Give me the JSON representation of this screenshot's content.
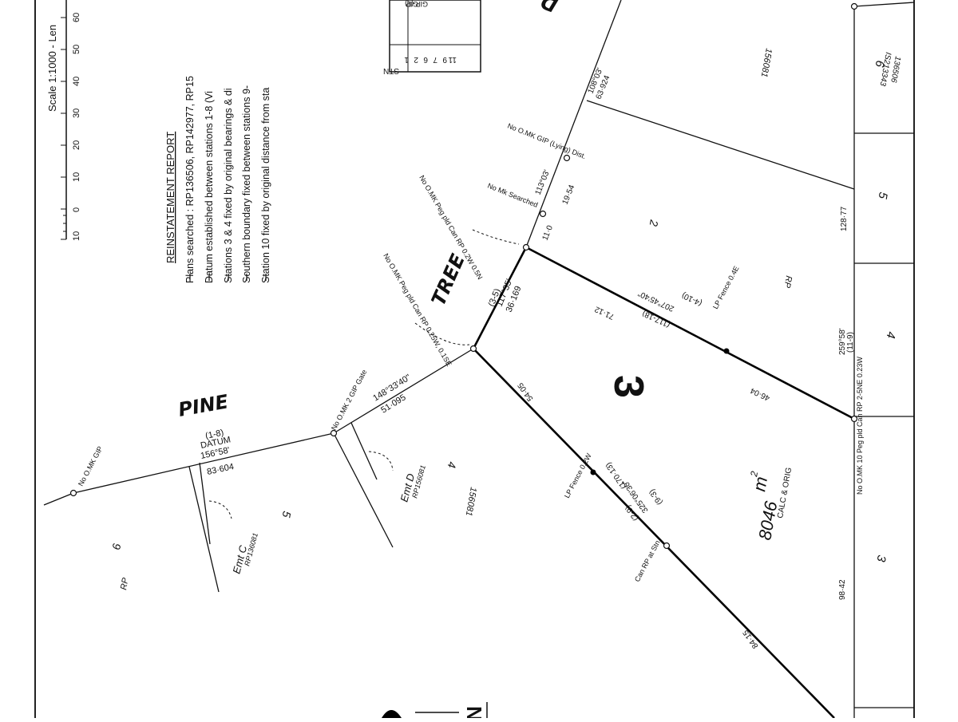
{
  "scale": {
    "title": "Scale 1:1000 - Len",
    "ticks": [
      "10",
      "0",
      "10",
      "20",
      "30",
      "40",
      "50",
      "60"
    ]
  },
  "report": {
    "heading": "REINSTATEMENT REPORT",
    "lines": [
      "Plans searched : RP136506, RP142977, RP15",
      "Datum established between stations 1-8 (Vi",
      "Stations 3 & 4 fixed by original bearings & di",
      "Southern boundary fixed between stations 9-",
      "Station 10 fixed by original distance from sta"
    ]
  },
  "table": {
    "header": "STN",
    "stations": [
      "1",
      "2",
      "6",
      "7",
      "9",
      "11"
    ],
    "partial": [
      "GIP (L)",
      "GIP"
    ]
  },
  "roads": {
    "pine": "PINE",
    "tree": "TREE",
    "top": "D"
  },
  "lot": {
    "number": "3",
    "area": "8046",
    "area_unit": "m",
    "area_sup": "2",
    "area_note": "CALC & ORIG"
  },
  "lots": [
    {
      "id": "lot-2",
      "label": "2"
    },
    {
      "id": "lot-4",
      "label": "4"
    },
    {
      "id": "lot-5a",
      "label": "5"
    },
    {
      "id": "lot-6a",
      "label": "6"
    },
    {
      "id": "lot-rp-a",
      "label": "RP"
    },
    {
      "id": "lot-rp-b",
      "label": "RP"
    },
    {
      "id": "lot-156081-a",
      "label": "156081"
    },
    {
      "id": "lot-156081-b",
      "label": "156081"
    },
    {
      "id": "lot-r6",
      "label": "6"
    },
    {
      "id": "lot-r6-plan1",
      "label": "IS213343"
    },
    {
      "id": "lot-r6-plan2",
      "label": "136506"
    },
    {
      "id": "lot-r5",
      "label": "5"
    },
    {
      "id": "lot-r4",
      "label": "4"
    },
    {
      "id": "lot-r3",
      "label": "3"
    }
  ],
  "bearings": {
    "datum_label": "DATUM",
    "datum_ref": "(1-8)",
    "datum_bearing": "156°58'",
    "datum_dist": "83·604",
    "pine_bearing": "148°33'40\"",
    "pine_dist": "51·095",
    "tree_bearing": "117°35'",
    "tree_ref": "(3-5)",
    "tree_dist": "36·169",
    "seg_dist1": "11·0",
    "seg_dist2": "19·54",
    "seg_bearing2": "113°03'",
    "top_bearing": "108°03'",
    "top_dist": "63·924",
    "east_dist": "128·77",
    "east_bearing": "259°58'",
    "east_ref": "(11-9)",
    "north_bearing": "207°45'40\"",
    "north_ref": "(117-18)",
    "north_ref2": "(4-10)",
    "north_dist": "71·12",
    "north_dist2": "46·04",
    "south_bearing": "325°06'30\"",
    "south_ref": "(9-3)",
    "south_ref2": "(170·13)",
    "south_ref3": "(2-9)",
    "south_dist": "54·05",
    "south_dist2": "84·15",
    "east_low_dist": "98·42"
  },
  "marks": {
    "no_omk_gip": "No O.MK GIP",
    "no_omk_gip_gate": "No O.MK 2 GIP Gate",
    "no_omk_peg": "No O.MK Peg pld Can RP 0.25W, 0.1SE",
    "no_omk_peg2": "No O.MK Peg pld Can RP 0.2W 0.5N",
    "no_mk_searched": "No Mk Searched",
    "no_omk_gip_lying": "No O.MK GIP (Lying) Dist.",
    "fence1": "LP Fence 0.4E",
    "fence2": "LP Fence 0.2W",
    "can_rp_stn": "Can RP at Stn",
    "stn10": "No O.MK 10 Peg pld Can RP 2-5NE 0.23W"
  },
  "easements": {
    "emt_c": "Emt C",
    "emt_c_plan": "RP136081",
    "emt_d": "Emt D",
    "emt_d_plan": "RP156081"
  },
  "north": "N"
}
